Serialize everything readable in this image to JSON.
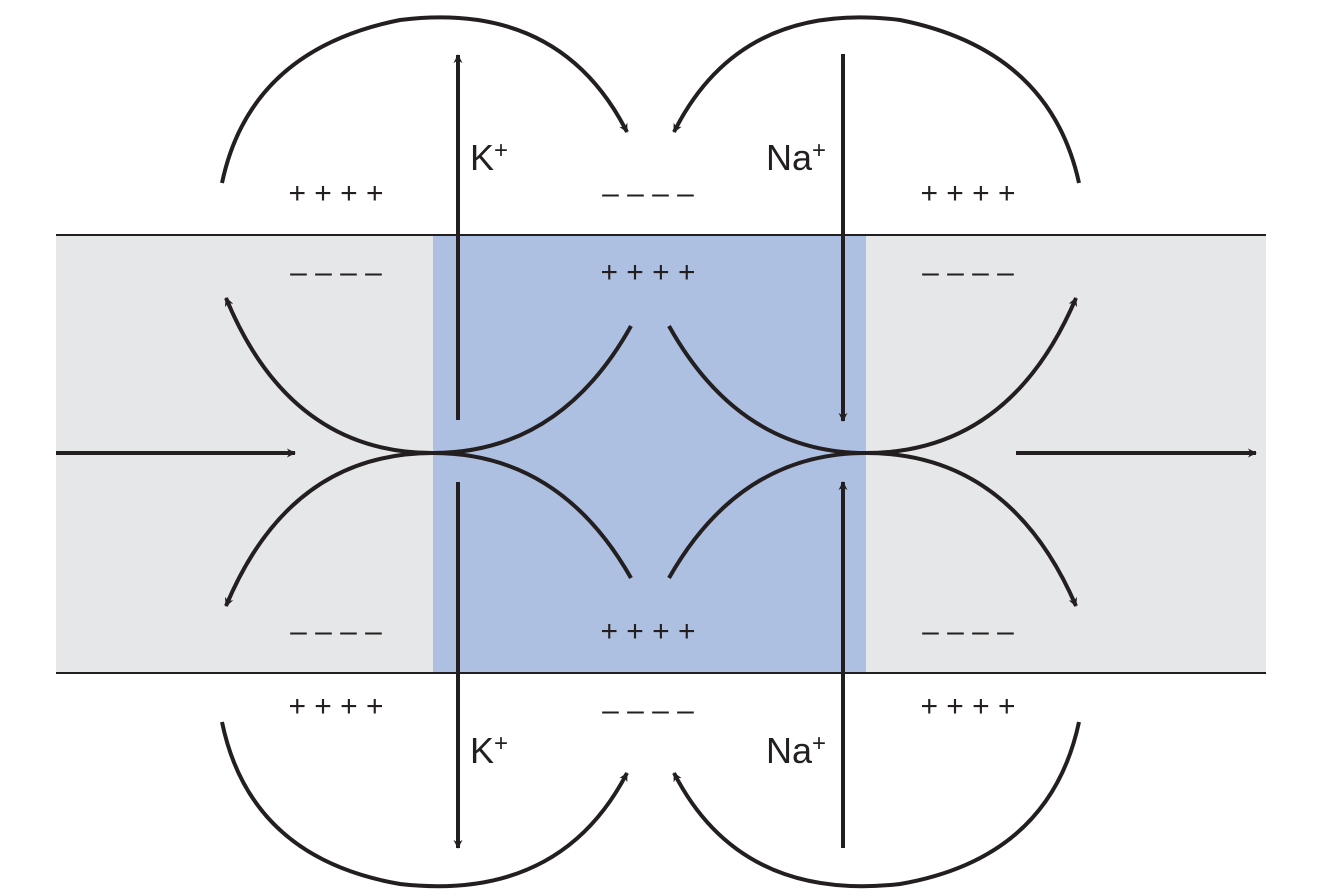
{
  "colors": {
    "axon_resting": "#e6e7e8",
    "axon_depolarized": "#aec0e2",
    "stroke": "#231f20"
  },
  "charges": {
    "outer_top_left": "+ + + +",
    "outer_top_middle": "– – – –",
    "outer_top_right": "+ + + +",
    "inner_top_left": "– – – –",
    "inner_top_middle": "+ + + +",
    "inner_top_right": "– – – –",
    "inner_bottom_left": "– – – –",
    "inner_bottom_middle": "+ + + +",
    "inner_bottom_right": "– – – –",
    "outer_bottom_left": "+ + + +",
    "outer_bottom_middle": "– – – –",
    "outer_bottom_right": "+ + + +"
  },
  "ions": {
    "potassium_top": {
      "base": "K",
      "sup": "+"
    },
    "potassium_bottom": {
      "base": "K",
      "sup": "+"
    },
    "sodium_top": {
      "base": "Na",
      "sup": "+"
    },
    "sodium_bottom": {
      "base": "Na",
      "sup": "+"
    }
  }
}
